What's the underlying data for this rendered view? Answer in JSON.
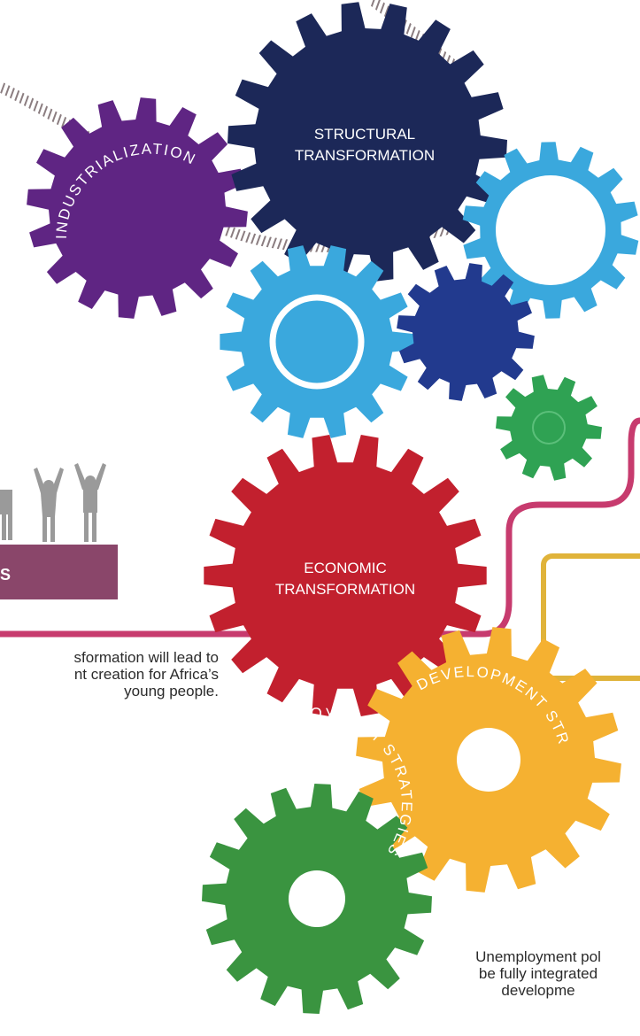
{
  "gears": {
    "industrialization": {
      "label": "INDUSTRIALIZATION",
      "color": "#5f2583"
    },
    "structural": {
      "label_line1": "STRUCTURAL",
      "label_line2": "TRANSFORMATION",
      "color": "#1c2858"
    },
    "economic": {
      "label_line1": "ECONOMIC",
      "label_line2": "TRANSFORMATION",
      "color": "#c2202e"
    },
    "development": {
      "label": "DEVELOPMENT STRATEGIES",
      "color": "#f5b131"
    },
    "unemployment": {
      "label": "UNEMPLOYMENT STRATEGIES",
      "color": "#3a9440"
    },
    "light_blue_ring": {
      "color": "#3aa8dd"
    },
    "light_blue_target": {
      "color": "#3aa8dd"
    },
    "navy_small": {
      "color": "#223a8e"
    },
    "green_small": {
      "color": "#2fa253"
    }
  },
  "people_banner": {
    "label": "S",
    "color": "#8a466a"
  },
  "captions": {
    "left": [
      "sformation will lead to",
      "nt creation for Africa’s",
      "young people."
    ],
    "right": [
      "Unemployment pol",
      "be fully integrated",
      "developme"
    ]
  },
  "colors": {
    "pipe": "#c73b6e",
    "yellow_box": "#e0b33a",
    "hatch": "#8b7d80"
  }
}
